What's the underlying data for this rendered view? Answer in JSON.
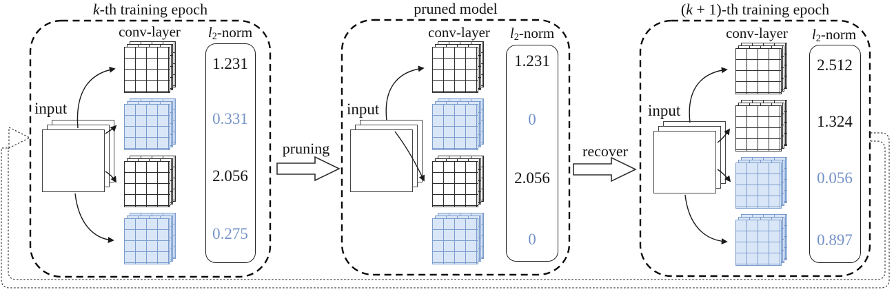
{
  "figure": {
    "type": "diagram",
    "topic": "soft filter pruning: prune at k-th epoch, recover at (k+1)-th epoch",
    "labels": {
      "conv_layer": "conv-layer",
      "norm_italic": "l",
      "norm_sub": "2",
      "norm_rest": "-norm",
      "input": "input",
      "pruning": "pruning",
      "recover": "recover"
    },
    "colors": {
      "pruned_fill": "#d9e6f7",
      "pruned_line": "#7b9ccd",
      "pruned_text": "#7492c8",
      "ink": "#141414"
    },
    "panels": [
      {
        "title": {
          "pre": "",
          "math": "k",
          "post": "-th training epoch"
        },
        "filters": [
          "normal",
          "pruned",
          "normal",
          "pruned"
        ],
        "norms": [
          {
            "value": "1.231",
            "pruned": false
          },
          {
            "value": "0.331",
            "pruned": true
          },
          {
            "value": "2.056",
            "pruned": false
          },
          {
            "value": "0.275",
            "pruned": true
          }
        ]
      },
      {
        "title": {
          "pre": "",
          "math": "",
          "post": "pruned model"
        },
        "filters": [
          "normal",
          "pruned",
          "normal",
          "pruned"
        ],
        "norms": [
          {
            "value": "1.231",
            "pruned": false
          },
          {
            "value": "0",
            "pruned": true
          },
          {
            "value": "2.056",
            "pruned": false
          },
          {
            "value": "0",
            "pruned": true
          }
        ]
      },
      {
        "title": {
          "pre": "(",
          "math": "k",
          "post": " + 1)-th training epoch"
        },
        "filters": [
          "normal",
          "normal",
          "pruned",
          "pruned"
        ],
        "norms": [
          {
            "value": "2.512",
            "pruned": false
          },
          {
            "value": "1.324",
            "pruned": false
          },
          {
            "value": "0.056",
            "pruned": true
          },
          {
            "value": "0.897",
            "pruned": true
          }
        ]
      }
    ]
  }
}
